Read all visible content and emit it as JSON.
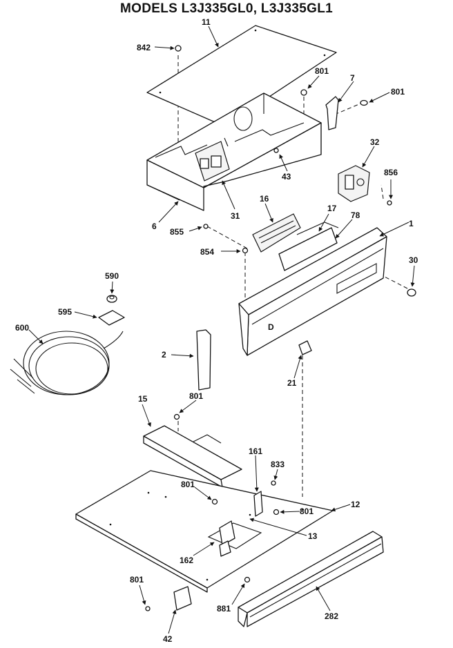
{
  "title": "MODELS L3J335GL0, L3J335GL1",
  "parts": {
    "p11": "11",
    "p842": "842",
    "p801a": "801",
    "p7": "7",
    "p801b": "801",
    "p32": "32",
    "p856": "856",
    "p43": "43",
    "p31": "31",
    "p6": "6",
    "p16": "16",
    "p17": "17",
    "p78": "78",
    "p1": "1",
    "p855": "855",
    "p854": "854",
    "p30": "30",
    "p590": "590",
    "p595": "595",
    "p600": "600",
    "p2": "2",
    "p21": "21",
    "p15": "15",
    "p801c": "801",
    "p161": "161",
    "p833": "833",
    "p801d": "801",
    "p801e": "801",
    "p12": "12",
    "p13": "13",
    "p162": "162",
    "p801f": "801",
    "p881": "881",
    "p282": "282",
    "p42": "42"
  }
}
